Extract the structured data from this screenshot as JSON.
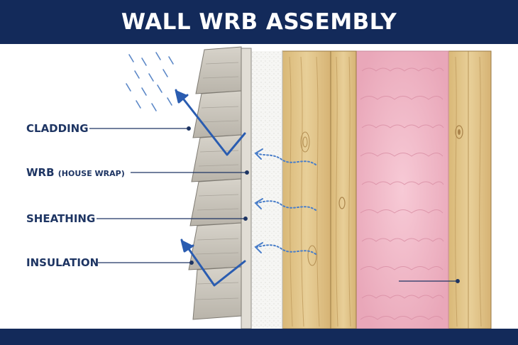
{
  "title": "WALL WRB ASSEMBLY",
  "labels": {
    "cladding": "CLADDING",
    "wrb": "WRB",
    "wrb_sub": "(HOUSE WRAP)",
    "sheathing": "SHEATHING",
    "insulation": "INSULATION"
  },
  "colors": {
    "banner": "#132a5a",
    "label_text": "#1e3563",
    "leader_line": "#1e3563",
    "arrow": "#2a5cb0",
    "rain": "#5b87c7",
    "siding": "#c9c5bc",
    "house_wrap": "#f6f6f4",
    "wood": "#e4c98e",
    "insulation": "#f2b8c6"
  },
  "icons": [
    "rain-drops-icon",
    "water-deflection-arrow-icon",
    "vapor-flow-arrow-icon"
  ]
}
